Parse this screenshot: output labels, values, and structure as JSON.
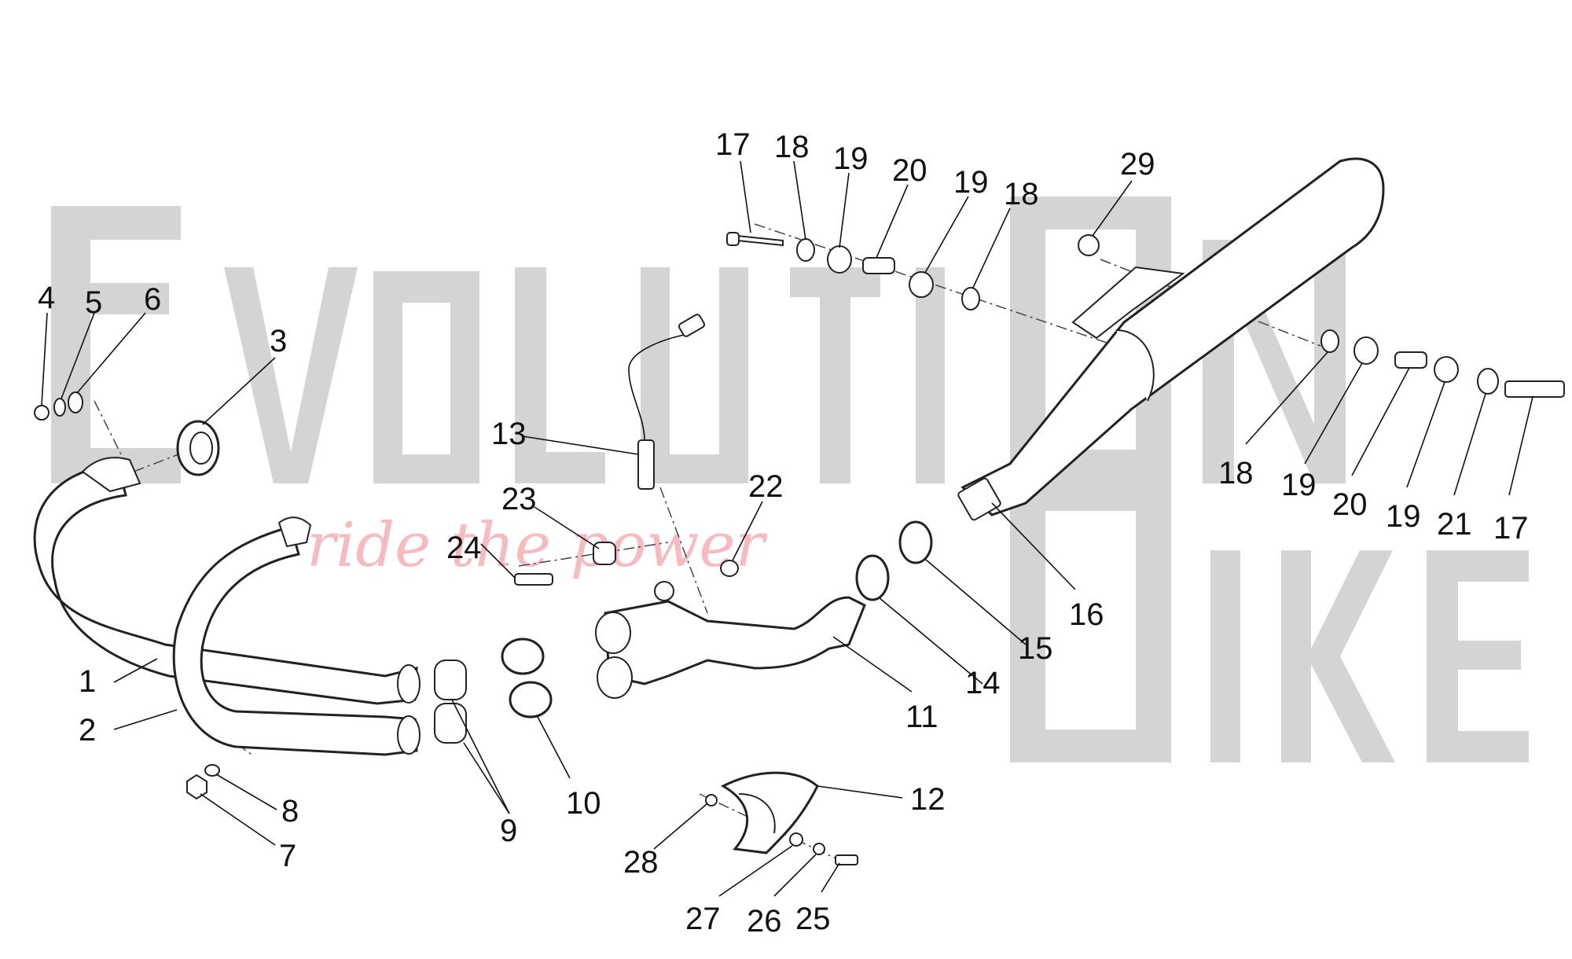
{
  "watermark": {
    "brand_letters": [
      "E",
      "V",
      "O",
      "L",
      "U",
      "T",
      "I",
      "O",
      "N",
      "B",
      "I",
      "K",
      "E"
    ],
    "tagline": "ride the power",
    "color": "#d3d5d4",
    "tagline_color": "#f6b0b4"
  },
  "callouts": {
    "c1": "1",
    "c2": "2",
    "c3": "3",
    "c4": "4",
    "c5": "5",
    "c6": "6",
    "c7": "7",
    "c8": "8",
    "c9": "9",
    "c10": "10",
    "c11": "11",
    "c12": "12",
    "c13": "13",
    "c14": "14",
    "c15": "15",
    "c16": "16",
    "c17a": "17",
    "c17b": "17",
    "c18a": "18",
    "c18b": "18",
    "c18c": "18",
    "c19a": "19",
    "c19b": "19",
    "c19c": "19",
    "c19d": "19",
    "c20a": "20",
    "c20b": "20",
    "c21": "21",
    "c22": "22",
    "c23": "23",
    "c24": "24",
    "c25": "25",
    "c26": "26",
    "c27": "27",
    "c28": "28",
    "c29": "29"
  }
}
